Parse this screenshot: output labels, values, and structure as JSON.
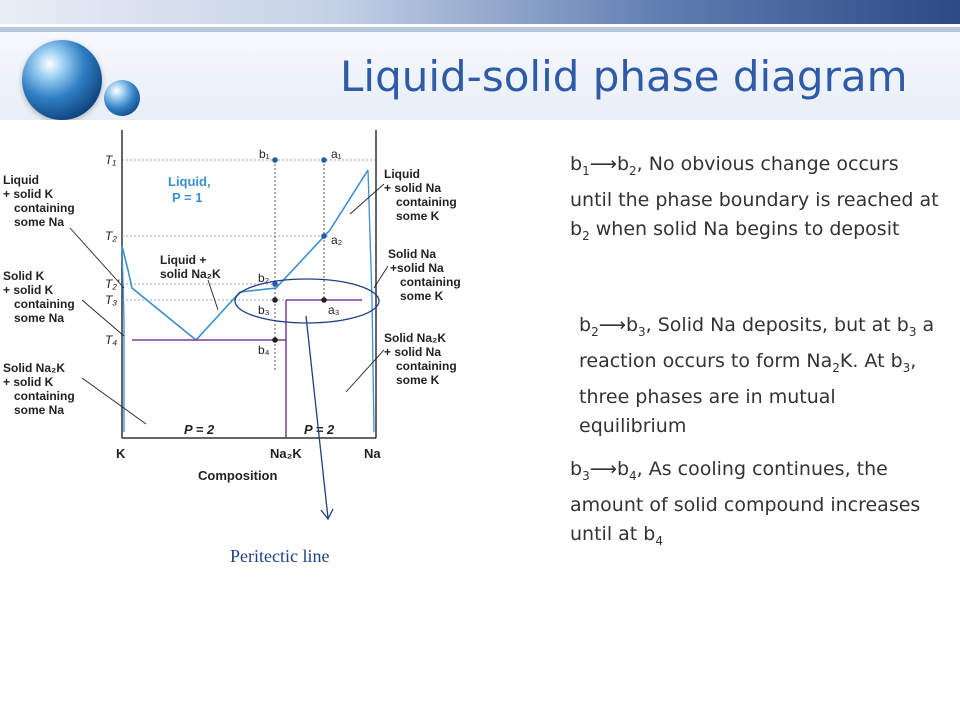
{
  "slide": {
    "title": "Liquid-solid phase diagram"
  },
  "diagram": {
    "t_labels": [
      "T₁",
      "T₂",
      "T₂'",
      "T₃",
      "T₄"
    ],
    "point_labels": {
      "b1": "b₁",
      "b2": "b₂",
      "b3": "b₃",
      "b4": "b₄",
      "a1": "a₁",
      "a2": "a₂",
      "a3": "a₃"
    },
    "center_region": {
      "line1": "Liquid,",
      "line2": "P = 1"
    },
    "center_lower": {
      "line1": "Liquid +",
      "line2": "solid Na₂K"
    },
    "left_labels": {
      "liquid_solid_k": [
        "Liquid",
        "+ solid K",
        "containing",
        "some Na"
      ],
      "solid_k_solid_k": [
        "Solid K",
        "+ solid K",
        "containing",
        "some Na"
      ],
      "solid_na2k_solid_k": [
        "Solid Na₂K",
        "+ solid K",
        "containing",
        "some Na"
      ]
    },
    "right_labels": {
      "liquid_solid_na": [
        "Liquid",
        "+ solid Na",
        "containing",
        "some K"
      ],
      "solid_na_solid_na": [
        "Solid Na",
        "+solid Na",
        "containing",
        "some K"
      ],
      "solid_na2k_solid_na": [
        "Solid Na₂K",
        "+ solid Na",
        "containing",
        "some K"
      ]
    },
    "p2_left": "P = 2",
    "p2_right": "P = 2",
    "x_ticks": [
      "K",
      "Na₂K",
      "Na"
    ],
    "x_axis_label": "Composition",
    "colors": {
      "liquidus": "#3a8fd0",
      "purple": "#7b3f8e",
      "ellipse": "#1f3f86"
    }
  },
  "annotation": {
    "peritectic": "Peritectic line"
  },
  "notes": {
    "n1": {
      "sub_from": "1",
      "sub_to": "2",
      "text": ", No obvious change occurs until the phase boundary is reached at b",
      "text_sub": "2",
      "tail": " when solid Na begins to deposit"
    },
    "n2": {
      "sub_from": "2",
      "sub_to": "3",
      "text": ", Solid Na deposits, but at b",
      "text_sub": "3",
      "mid": " a reaction occurs to form Na",
      "mid_sub": "2",
      "tail": "K. At b",
      "tail_sub": "3",
      "end": ", three phases are in mutual equilibrium"
    },
    "n3": {
      "sub_from": "3",
      "sub_to": "4",
      "text": ", As cooling continues, the amount of solid compound increases until at b",
      "text_sub": "4"
    }
  }
}
